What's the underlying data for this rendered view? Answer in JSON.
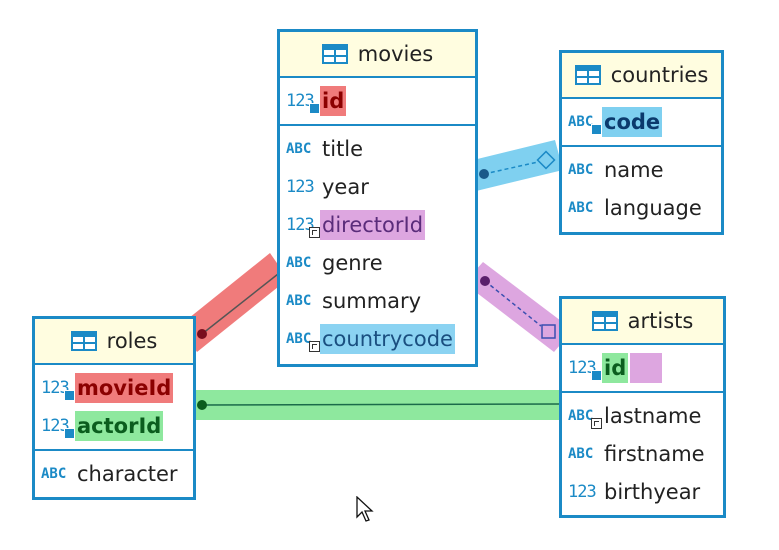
{
  "colors": {
    "border": "#1b8ac6",
    "header_bg": "#fffde0",
    "rel_red": "#f07b7b",
    "rel_green": "#8ee89e",
    "rel_blue": "#7fd0f0",
    "rel_purple": "#dda6e0"
  },
  "entities": {
    "movies": {
      "title": "movies",
      "pk": [
        {
          "name": "id",
          "icon": "123",
          "key": "pk"
        }
      ],
      "fields": [
        {
          "name": "title",
          "icon": "ABC"
        },
        {
          "name": "year",
          "icon": "123"
        },
        {
          "name": "directorId",
          "icon": "123",
          "key": "fk"
        },
        {
          "name": "genre",
          "icon": "ABC"
        },
        {
          "name": "summary",
          "icon": "ABC"
        },
        {
          "name": "countrycode",
          "icon": "ABC",
          "key": "fk"
        }
      ]
    },
    "countries": {
      "title": "countries",
      "pk": [
        {
          "name": "code",
          "icon": "ABC",
          "key": "pk"
        }
      ],
      "fields": [
        {
          "name": "name",
          "icon": "ABC"
        },
        {
          "name": "language",
          "icon": "ABC"
        }
      ]
    },
    "roles": {
      "title": "roles",
      "pk": [
        {
          "name": "movieId",
          "icon": "123",
          "key": "pk"
        },
        {
          "name": "actorId",
          "icon": "123",
          "key": "pk"
        }
      ],
      "fields": [
        {
          "name": "character",
          "icon": "ABC"
        }
      ]
    },
    "artists": {
      "title": "artists",
      "pk": [
        {
          "name": "id",
          "icon": "123",
          "key": "pk"
        }
      ],
      "fields": [
        {
          "name": "lastname",
          "icon": "ABC",
          "key": "fk"
        },
        {
          "name": "firstname",
          "icon": "ABC"
        },
        {
          "name": "birthyear",
          "icon": "123"
        }
      ]
    }
  },
  "relationships": [
    {
      "from": "movies.countrycode",
      "to": "countries.code",
      "color": "blue",
      "style": "dashed"
    },
    {
      "from": "roles.movieId",
      "to": "movies.id",
      "color": "red",
      "style": "solid"
    },
    {
      "from": "movies.directorId",
      "to": "artists.id",
      "color": "purple",
      "style": "dashed"
    },
    {
      "from": "roles.actorId",
      "to": "artists.id",
      "color": "green",
      "style": "solid"
    }
  ]
}
